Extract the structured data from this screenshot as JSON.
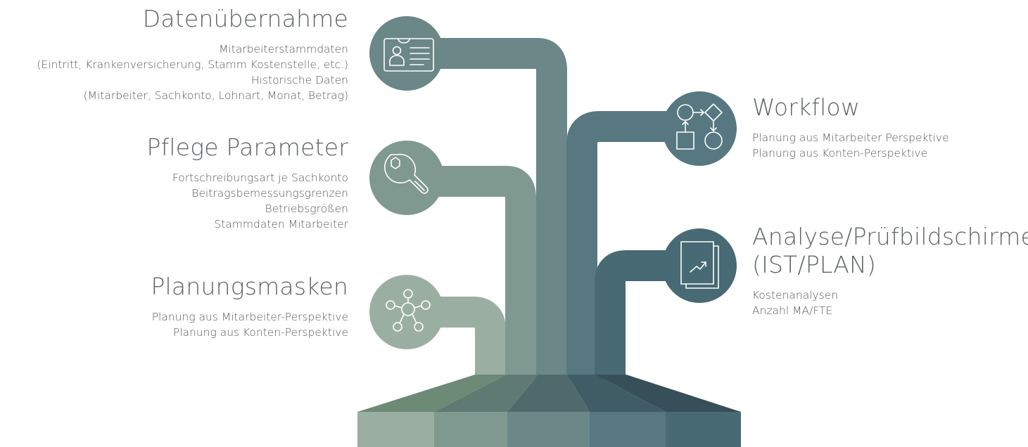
{
  "colors": {
    "c1": "#9aafa1",
    "c2": "#7f9990",
    "c3": "#6b8788",
    "c4": "#577880",
    "c5": "#476a74",
    "text": "#555a5c"
  },
  "sections": {
    "datenuebernahme": {
      "title": "Datenübernahme",
      "icon": "contact-card-icon",
      "lines": [
        "Mitarbeiterstammdaten",
        "(Eintritt, Krankenversicherung, Stamm Kostenstelle, etc.)",
        "Historische Daten",
        "(Mitarbeiter, Sachkonto, Lohnart, Monat, Betrag)"
      ]
    },
    "pflege": {
      "title": "Pflege Parameter",
      "icon": "wrench-icon",
      "lines": [
        "Fortschreibungsart je Sachkonto",
        "Beitragsbemessungsgrenzen",
        "Betriebsgrößen",
        "Stammdaten Mitarbeiter"
      ]
    },
    "planungsmasken": {
      "title": "Planungsmasken",
      "icon": "network-hub-icon",
      "lines": [
        "Planung aus Mitarbeiter-Perspektive",
        "Planung aus Konten-Perspektive"
      ]
    },
    "workflow": {
      "title": "Workflow",
      "icon": "flowchart-icon",
      "lines": [
        "Planung aus Mitarbeiter Perspektive",
        "Planung aus Konten-Perspektive"
      ]
    },
    "analyse": {
      "title": "Analyse/Prüfbildschirme\n(IST/PLAN)",
      "icon": "analytics-report-icon",
      "lines": [
        "Kostenanalysen",
        "Anzahl MA/FTE"
      ]
    }
  }
}
